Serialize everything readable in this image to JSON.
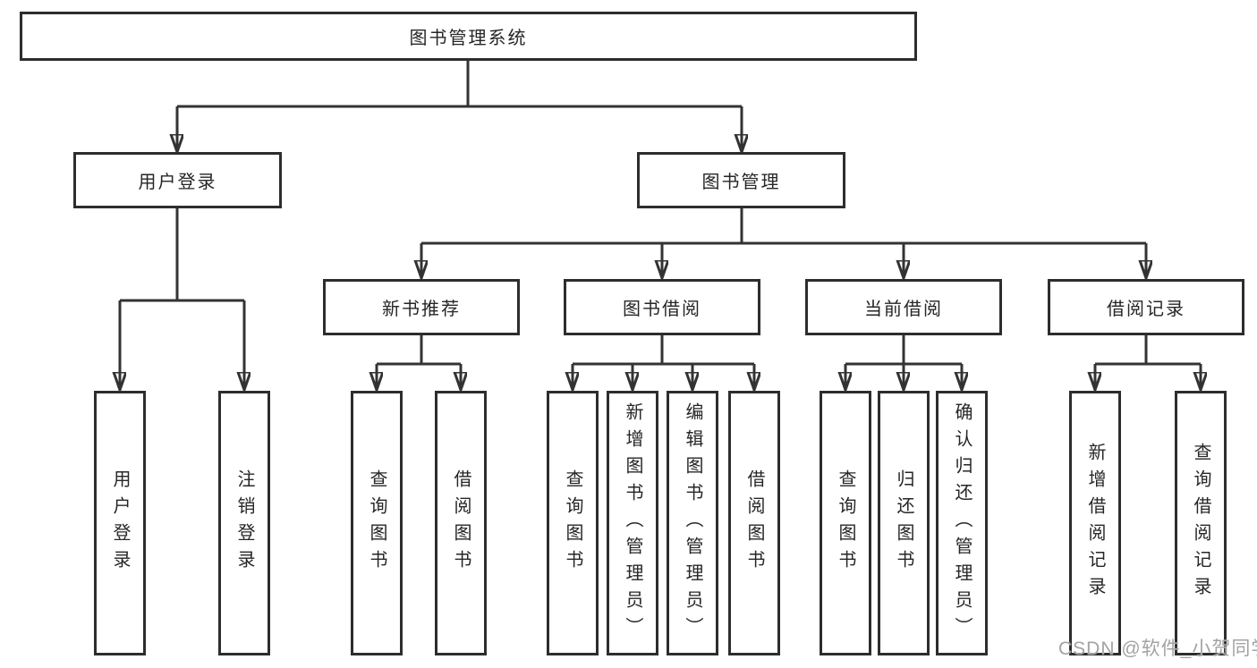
{
  "tree": {
    "label": "图书管理系统",
    "children": [
      {
        "label": "用户登录",
        "children": [
          {
            "label": "用户登录"
          },
          {
            "label": "注销登录"
          }
        ]
      },
      {
        "label": "图书管理",
        "children": [
          {
            "label": "新书推荐",
            "children": [
              {
                "label": "查询图书"
              },
              {
                "label": "借阅图书"
              }
            ]
          },
          {
            "label": "图书借阅",
            "children": [
              {
                "label": "查询图书"
              },
              {
                "label": "新增图书（管理员）"
              },
              {
                "label": "编辑图书（管理员）"
              },
              {
                "label": "借阅图书"
              }
            ]
          },
          {
            "label": "当前借阅",
            "children": [
              {
                "label": "查询图书"
              },
              {
                "label": "归还图书"
              },
              {
                "label": "确认归还（管理员）"
              }
            ]
          },
          {
            "label": "借阅记录",
            "children": [
              {
                "label": "新增借阅记录"
              },
              {
                "label": "查询借阅记录"
              }
            ]
          }
        ]
      }
    ]
  },
  "watermark": {
    "text": "CSDN @软件_小贺同学"
  },
  "colors": {
    "background": "#ffffff",
    "line": "#333333",
    "box_border": "#2d2d2d",
    "text": "#262626",
    "watermark": "#a3a3a3"
  }
}
